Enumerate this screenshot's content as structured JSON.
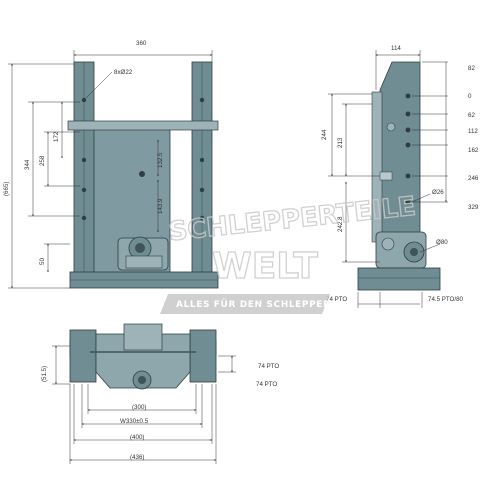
{
  "colors": {
    "steel": "#6f8d93",
    "steel_light": "#9db3b8",
    "steel_dark": "#3f5358",
    "line": "#333333",
    "watermark_band": "#c8c8c8"
  },
  "front_view": {
    "top_width": "360",
    "hole_label": "8xØ22",
    "total_height": "(665)",
    "height_344": "344",
    "height_258": "258",
    "height_172": "172",
    "height_50": "50",
    "inner_132_5": "132.5",
    "inner_143_9": "143.9"
  },
  "side_view": {
    "top_width": "114",
    "right_82": "82",
    "right_0": "0",
    "right_62": "62",
    "right_112": "112",
    "right_162": "162",
    "right_246": "246",
    "right_329": "329",
    "left_244": "244",
    "left_213": "213",
    "left_242_8": "242.8",
    "hole_26": "Ø26",
    "hole_80": "Ø80",
    "pto_left": "74 PTO",
    "pto_right": "74.5 PTO/80"
  },
  "top_view": {
    "left_51_5": "(51.5)",
    "pto_upper": "74 PTO",
    "pto_lower": "74 PTO",
    "w300": "(300)",
    "w330": "W330±0.5",
    "w400": "(400)",
    "w436": "(436)"
  },
  "watermark": {
    "line1": "SCHLEPPERTEILE",
    "line2": "WELT",
    "band": "ALLES FÜR DEN SCHLEPPER"
  }
}
